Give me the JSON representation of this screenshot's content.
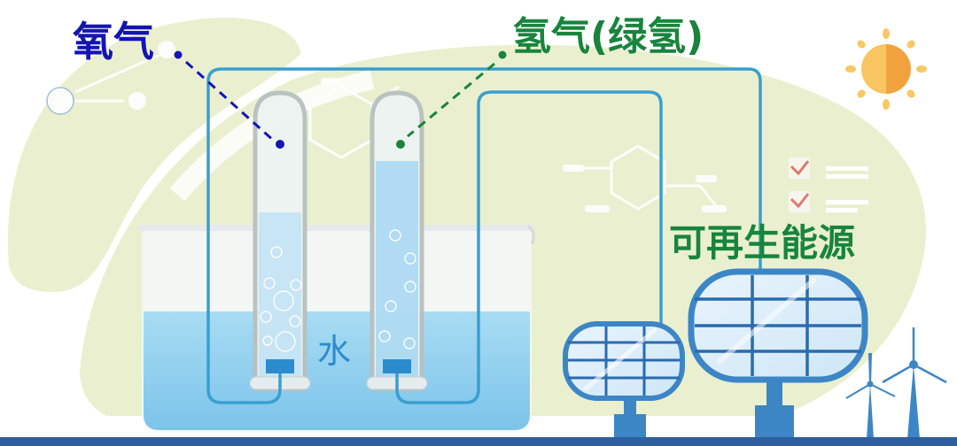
{
  "diagram": {
    "title": "Water electrolysis producing green hydrogen with renewable energy",
    "labels": {
      "oxygen": "氧气",
      "hydrogen": "氢气(绿氢)",
      "renewable_energy": "可再生能源",
      "water": "水"
    },
    "colors": {
      "oxygen_text": "#1414b4",
      "hydrogen_text": "#18843c",
      "renewable_text": "#18843c",
      "water_text": "#2a8ccc",
      "wire": "#3a9fd0",
      "water_fill": "#9fd6f0",
      "background_blob": "#eaf0cf",
      "ground_bar": "#2d5fa0",
      "sun_light": "#f8c25c",
      "sun_dark": "#f2a23c",
      "solar_frame": "#3d86c6",
      "check_mark": "#e07a6a"
    },
    "components": [
      "beaker",
      "oxygen-test-tube",
      "hydrogen-test-tube",
      "electrodes",
      "wires",
      "small-solar-panel",
      "large-solar-panel",
      "wind-turbines",
      "sun",
      "checklist",
      "molecule-graphics"
    ]
  }
}
